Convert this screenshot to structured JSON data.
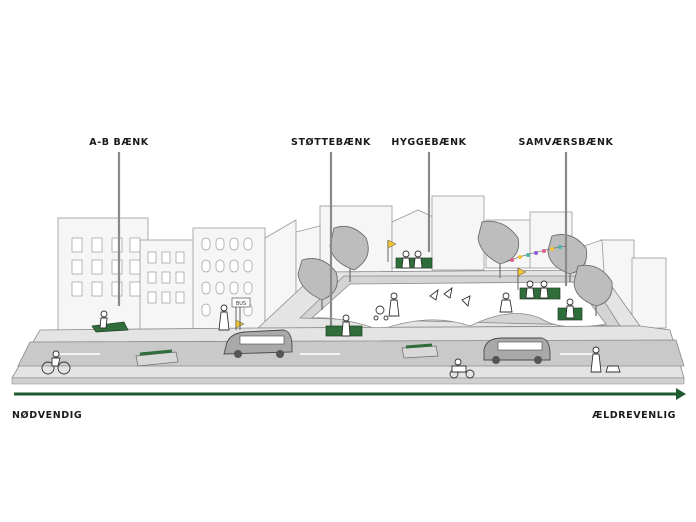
{
  "callouts": {
    "ab_bench": "A-B BÆNK",
    "support_bench": "STØTTEBÆNK",
    "cosy_bench": "HYGGEBÆNK",
    "social_bench": "SAMVÆRSBÆNK"
  },
  "axis": {
    "start_label": "NØDVENDIG",
    "end_label": "ÆLDREVENLIG",
    "color": "#1f5a2e"
  },
  "colors": {
    "bench_green": "#2f6e3a",
    "tree_grey": "#b8b8b8",
    "building_fill": "#f5f5f5",
    "line": "#6a6a6a",
    "bunting": [
      "#e05a8a",
      "#f2c431",
      "#4bb3a6",
      "#8e5bd6"
    ]
  },
  "sign_text": "BUS"
}
